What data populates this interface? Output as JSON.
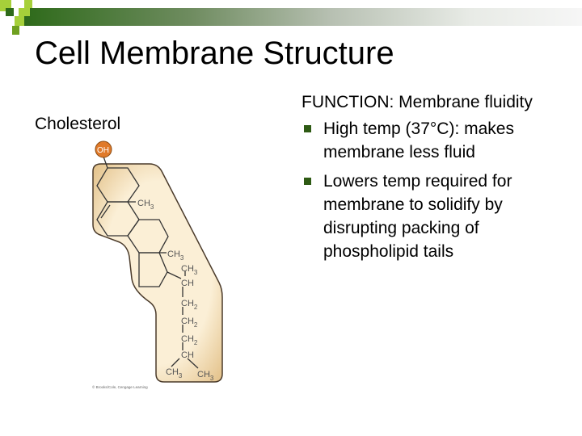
{
  "slide": {
    "title": "Cell Membrane Structure",
    "left_label": "Cholesterol",
    "function_heading": "FUNCTION: Membrane fluidity",
    "bullets": [
      "High temp (37°C): makes membrane less fluid",
      "Lowers temp required for membrane to solidify by disrupting packing of phospholipid tails"
    ],
    "accent_color": "#2e6a1a",
    "bullet_color": "#2e5a14"
  },
  "molecule": {
    "oh": "OH",
    "ch3": "CH",
    "ch": "CH",
    "ch2": "CH",
    "sub3": "3",
    "sub2": "2",
    "credit": "© Brooks/Cole, Cengage Learning"
  }
}
